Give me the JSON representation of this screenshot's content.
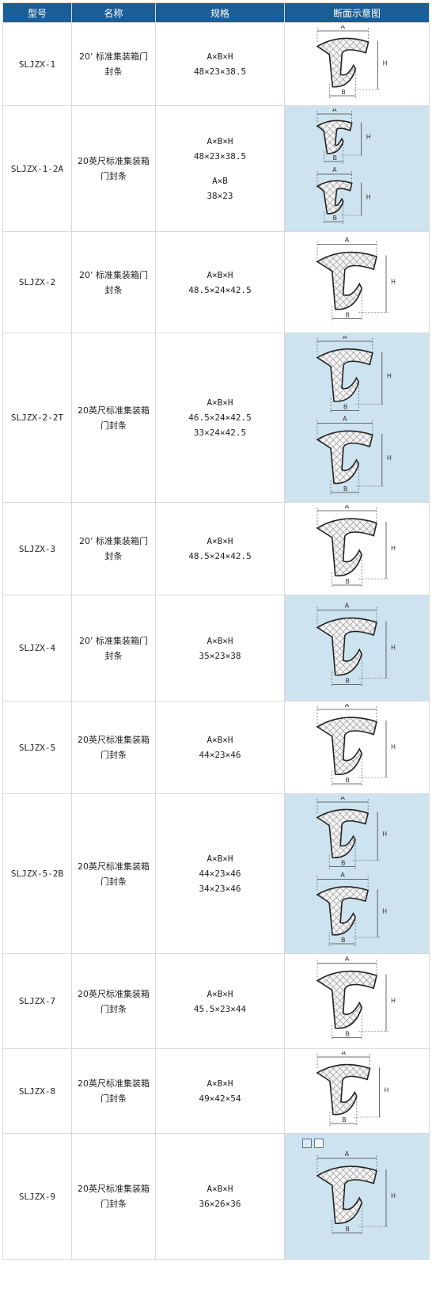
{
  "headers": {
    "model": "型号",
    "name": "名称",
    "spec": "规格",
    "diagram": "断面示意图"
  },
  "rows": [
    {
      "model": "SLJZX-1",
      "name": "20’ 标准集装箱门封条",
      "spec1_label": "A×B×H",
      "spec1_value": "48×23×38.5",
      "spec2_label": "",
      "spec2_value": "",
      "diagram_icon": "seal-profile-icon"
    },
    {
      "model": "SLJZX-1-2A",
      "name": "20英尺标准集装箱门封条",
      "spec1_label": "A×B×H",
      "spec1_value": "48×23×38.5",
      "spec2_label": "A×B",
      "spec2_value": "38×23",
      "diagram_icon": "seal-profile-icon"
    },
    {
      "model": "SLJZX-2",
      "name": "20’ 标准集装箱门封条",
      "spec1_label": "A×B×H",
      "spec1_value": "48.5×24×42.5",
      "spec2_label": "",
      "spec2_value": "",
      "diagram_icon": "seal-profile-icon"
    },
    {
      "model": "SLJZX-2-2T",
      "name": "20英尺标准集装箱门封条",
      "spec1_label": "A×B×H",
      "spec1_value": "46.5×24×42.5",
      "spec2_label": "",
      "spec2_value": "33×24×42.5",
      "diagram_icon": "seal-profile-icon"
    },
    {
      "model": "SLJZX-3",
      "name": "20’ 标准集装箱门封条",
      "spec1_label": "A×B×H",
      "spec1_value": "48.5×24×42.5",
      "spec2_label": "",
      "spec2_value": "",
      "diagram_icon": "seal-profile-icon"
    },
    {
      "model": "SLJZX-4",
      "name": "20’ 标准集装箱门封条",
      "spec1_label": "A×B×H",
      "spec1_value": "35×23×38",
      "spec2_label": "",
      "spec2_value": "",
      "diagram_icon": "seal-profile-icon"
    },
    {
      "model": "SLJZX-5",
      "name": "20英尺标准集装箱门封条",
      "spec1_label": "A×B×H",
      "spec1_value": "44×23×46",
      "spec2_label": "",
      "spec2_value": "",
      "diagram_icon": "seal-profile-icon"
    },
    {
      "model": "SLJZX-5-2B",
      "name": "20英尺标准集装箱门封条",
      "spec1_label": "A×B×H",
      "spec1_value": "44×23×46",
      "spec2_label": "",
      "spec2_value": "34×23×46",
      "diagram_icon": "seal-profile-icon"
    },
    {
      "model": "SLJZX-7",
      "name": "20英尺标准集装箱门封条",
      "spec1_label": "A×B×H",
      "spec1_value": "45.5×23×44",
      "spec2_label": "",
      "spec2_value": "",
      "diagram_icon": "seal-profile-icon"
    },
    {
      "model": "SLJZX-8",
      "name": "20英尺标准集装箱门封条",
      "spec1_label": "A×B×H",
      "spec1_value": "49×42×54",
      "spec2_label": "",
      "spec2_value": "",
      "diagram_icon": "seal-profile-icon"
    },
    {
      "model": "SLJZX-9",
      "name": "20英尺标准集装箱门封条",
      "spec1_label": "A×B×H",
      "spec1_value": "36×26×36",
      "spec2_label": "",
      "spec2_value": "",
      "diagram_icon": "seal-profile-icon"
    }
  ],
  "dim_labels": {
    "a": "A",
    "b": "B",
    "h": "H"
  },
  "toolbar_icons": [
    "save-icon",
    "copy-icon"
  ]
}
